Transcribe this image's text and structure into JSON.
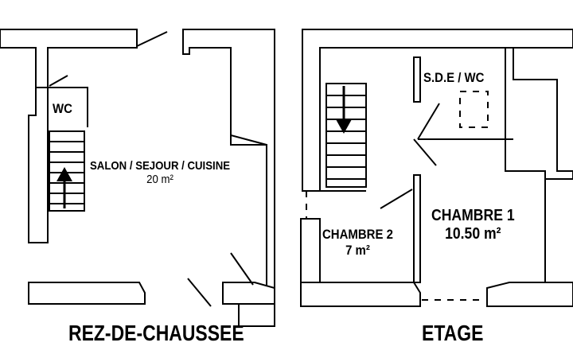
{
  "plans": {
    "ground": {
      "title": "REZ-DE-CHAUSSEE",
      "rooms": {
        "wc": {
          "name": "WC"
        },
        "living": {
          "name": "SALON / SEJOUR / CUISINE",
          "area": "20 m²"
        }
      }
    },
    "upper": {
      "title": "ETAGE",
      "rooms": {
        "bathroom": {
          "name": "S.D.E / WC"
        },
        "bedroom1": {
          "name": "CHAMBRE 1",
          "area": "10.50 m²"
        },
        "bedroom2": {
          "name": "CHAMBRE 2",
          "area": "7 m²"
        }
      }
    }
  },
  "colors": {
    "line": "#000000",
    "background": "#ffffff"
  },
  "icons": [
    "stair-up-arrow-icon",
    "stair-down-arrow-icon"
  ]
}
